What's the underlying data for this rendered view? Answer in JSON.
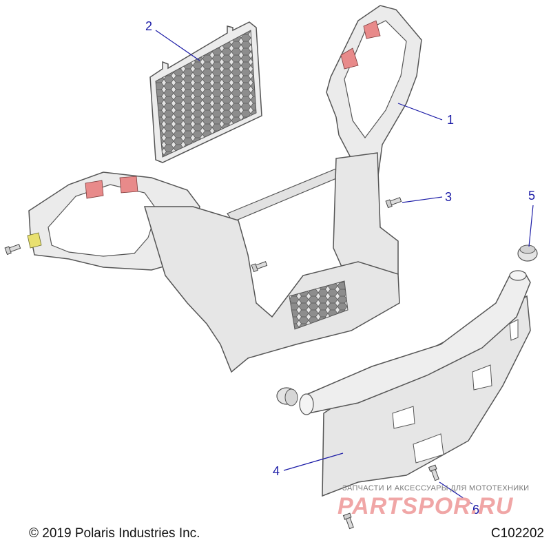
{
  "diagram": {
    "callouts": [
      {
        "id": "1",
        "label": "1"
      },
      {
        "id": "2",
        "label": "2"
      },
      {
        "id": "3",
        "label": "3"
      },
      {
        "id": "4",
        "label": "4"
      },
      {
        "id": "5",
        "label": "5"
      },
      {
        "id": "6",
        "label": "6"
      }
    ],
    "parts": [
      {
        "name": "front-bumper-frame"
      },
      {
        "name": "grille-screen"
      },
      {
        "name": "screw"
      },
      {
        "name": "skid-guard-tube"
      },
      {
        "name": "end-cap-plug"
      },
      {
        "name": "bolt"
      }
    ]
  },
  "footer": {
    "copyright": "© 2019 Polaris Industries Inc.",
    "drawing_number": "C102202"
  },
  "watermark": {
    "subtitle": "ЗАПЧАСТИ И АКСЕССУАРЫ ДЛЯ МОТОТЕХНИКИ",
    "logo": "PARTSPOR.RU"
  },
  "colors": {
    "callout": "#1a1aa6",
    "part_fill": "#e9e9e9",
    "part_stroke": "#555555",
    "red_pad": "#e88a8a",
    "yellow_tag": "#e8e070"
  }
}
